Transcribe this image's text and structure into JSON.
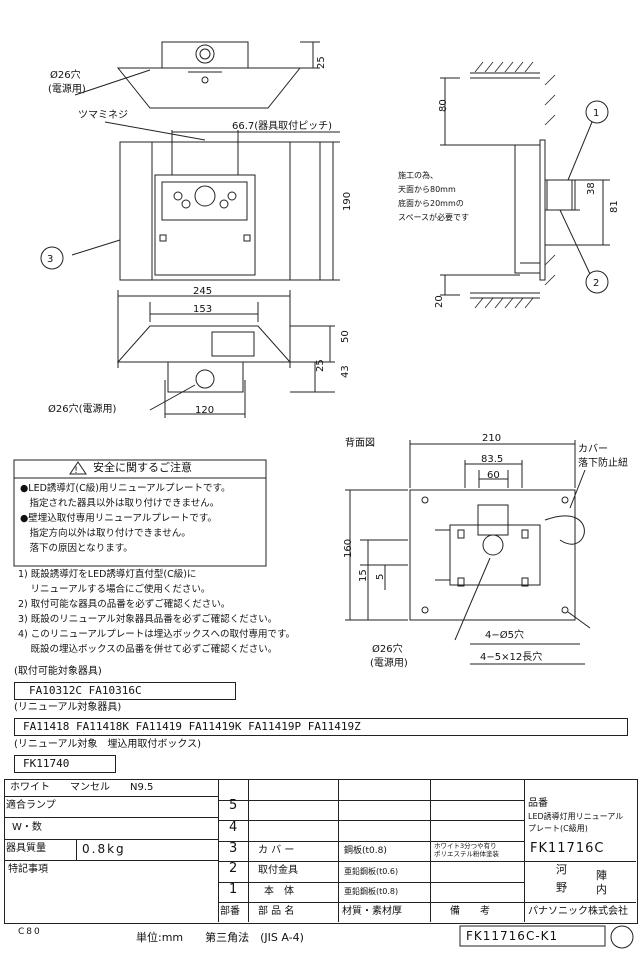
{
  "top_views": {
    "hole_top": "Ø26穴",
    "hole_top_note": "(電源用)",
    "knob_screw": "ツマミネジ",
    "pitch_label": "66.7(器具取付ピッチ)",
    "dim_25_top": "25",
    "dim_190": "190",
    "dim_245": "245",
    "dim_153": "153",
    "dim_50": "50",
    "dim_25_b": "25",
    "dim_43": "43",
    "dim_120": "120",
    "hole_bottom": "Ø26穴(電源用)",
    "callout_3": "3"
  },
  "side_view": {
    "callout_1": "1",
    "callout_2": "2",
    "dim_80_top": "80",
    "dim_38": "38",
    "dim_81": "81",
    "dim_20": "20",
    "note": [
      "施工の為、",
      "天面から80mm",
      "底面から20mmの",
      "スペースが必要です"
    ]
  },
  "back_view": {
    "title": "背面図",
    "dim_210": "210",
    "dim_83_5": "83.5",
    "dim_60": "60",
    "dim_160": "160",
    "dim_15": "15",
    "dim_5": "5",
    "cover_label": [
      "カバー",
      "落下防止紐"
    ],
    "hole_4": "4−Ø5穴",
    "slot_4": "4−5×12長穴",
    "hole_center": "Ø26穴",
    "hole_center_note": "(電源用)"
  },
  "safety": {
    "title": "安全に関するご注意",
    "lines": [
      "●LED誘導灯(C級)用リニューアルプレートです。",
      "　指定された器具以外は取り付けできません。",
      "●壁埋込取付専用リニューアルプレートです。",
      "　指定方向以外は取り付けできません。",
      "　落下の原因となります。"
    ]
  },
  "notes": [
    "1) 既設誘導灯をLED誘導灯直付型(C級)に",
    "　  リニューアルする場合にご使用ください。",
    "2) 取付可能な器具の品番を必ずご確認ください。",
    "3) 既設のリニューアル対象器具品番を必ずご確認ください。",
    "4) このリニューアルプレートは埋込ボックスへの取付専用です。",
    "　  既設の埋込ボックスの品番を併せて必ずご確認ください。"
  ],
  "compatible": {
    "label1": "(取付可能対象器具)",
    "value1": "FA10312C FA10316C",
    "label2": "(リニューアル対象器具)",
    "value2": "FA11418 FA11418K FA11419 FA11419K FA11419P FA11419Z",
    "label3": "(リニューアル対象　埋込用取付ボックス)",
    "value3": "FK11740"
  },
  "title_block": {
    "color": "ホワイト　　マンセル　　N9.5",
    "lamp_label": "適合ランプ",
    "w_label": "W・数",
    "weight_label": "器具質量",
    "weight_value": "0.8kg",
    "notes_label": "特記事項",
    "row_nums": [
      "5",
      "4",
      "3",
      "2",
      "1"
    ],
    "parts": [
      "",
      "",
      "カ バ ー",
      "取付金具",
      "本　体"
    ],
    "materials": [
      "",
      "",
      "鋼板(t0.8)",
      "亜鉛鋼板(t0.6)",
      "亜鉛鋼板(t0.8)"
    ],
    "remarks3": [
      "ホワイト3分つや有り",
      "ポリエステル粉体塗装"
    ],
    "header": [
      "部番",
      "部 品 名",
      "材質・素材厚",
      "備　　考"
    ],
    "hinban_label": "品番",
    "product_name": [
      "LED誘導灯用リニューアル",
      "プレート(C級用)"
    ],
    "product_code": "FK11716C",
    "signatures": [
      "河",
      "陣",
      "野",
      "内"
    ],
    "company": "パナソニック株式会社"
  },
  "footer": {
    "code_left": "C80",
    "scale": "単位:mm　　第三角法　(JIS A-4)",
    "drawing_no": "FK11716C-K1"
  }
}
